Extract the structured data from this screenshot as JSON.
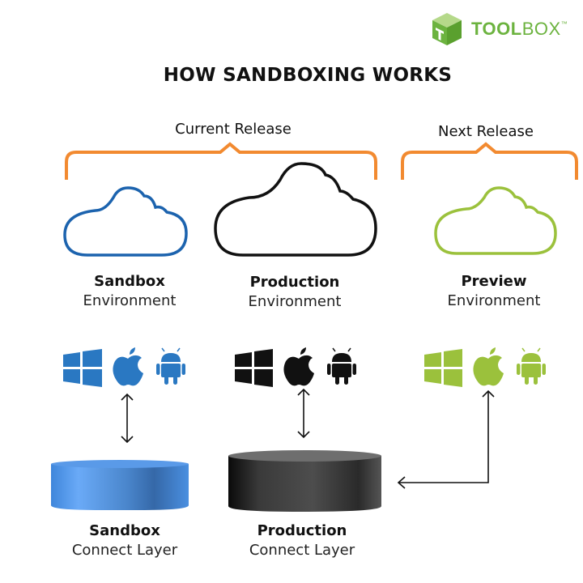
{
  "logo": {
    "brand_bold": "TOOL",
    "brand_light": "BOX",
    "trademark": "™",
    "icon": "green-cube-icon",
    "color": "#6cb33f"
  },
  "title": "HOW SANDBOXING WORKS",
  "brackets": {
    "current": {
      "label": "Current Release",
      "color": "#f28a30"
    },
    "next": {
      "label": "Next Release",
      "color": "#f28a30"
    }
  },
  "environments": [
    {
      "id": "sandbox",
      "name": "Sandbox",
      "type": "Environment",
      "color": "#1c63ae",
      "icon": "cloud-outline-icon",
      "platforms": [
        "windows-icon",
        "apple-icon",
        "android-icon"
      ],
      "platform_color": "#2a78c2"
    },
    {
      "id": "production",
      "name": "Production",
      "type": "Environment",
      "color": "#111111",
      "icon": "cloud-outline-icon",
      "platforms": [
        "windows-icon",
        "apple-icon",
        "android-icon"
      ],
      "platform_color": "#111111"
    },
    {
      "id": "preview",
      "name": "Preview",
      "type": "Environment",
      "color": "#9bc13c",
      "icon": "cloud-outline-icon",
      "platforms": [
        "windows-icon",
        "apple-icon",
        "android-icon"
      ],
      "platform_color": "#9bc13c"
    }
  ],
  "connect_layers": [
    {
      "id": "sandbox",
      "name": "Sandbox",
      "type": "Connect Layer",
      "color": "#4a8fe0"
    },
    {
      "id": "production",
      "name": "Production",
      "type": "Connect Layer",
      "color": "#3a3a3a"
    }
  ],
  "connections": [
    {
      "from": "Sandbox Environment",
      "to": "Sandbox Connect Layer",
      "direction": "bidirectional"
    },
    {
      "from": "Production Environment",
      "to": "Production Connect Layer",
      "direction": "bidirectional"
    },
    {
      "from": "Preview Environment",
      "to": "Production Connect Layer",
      "direction": "bidirectional-elbow"
    }
  ]
}
